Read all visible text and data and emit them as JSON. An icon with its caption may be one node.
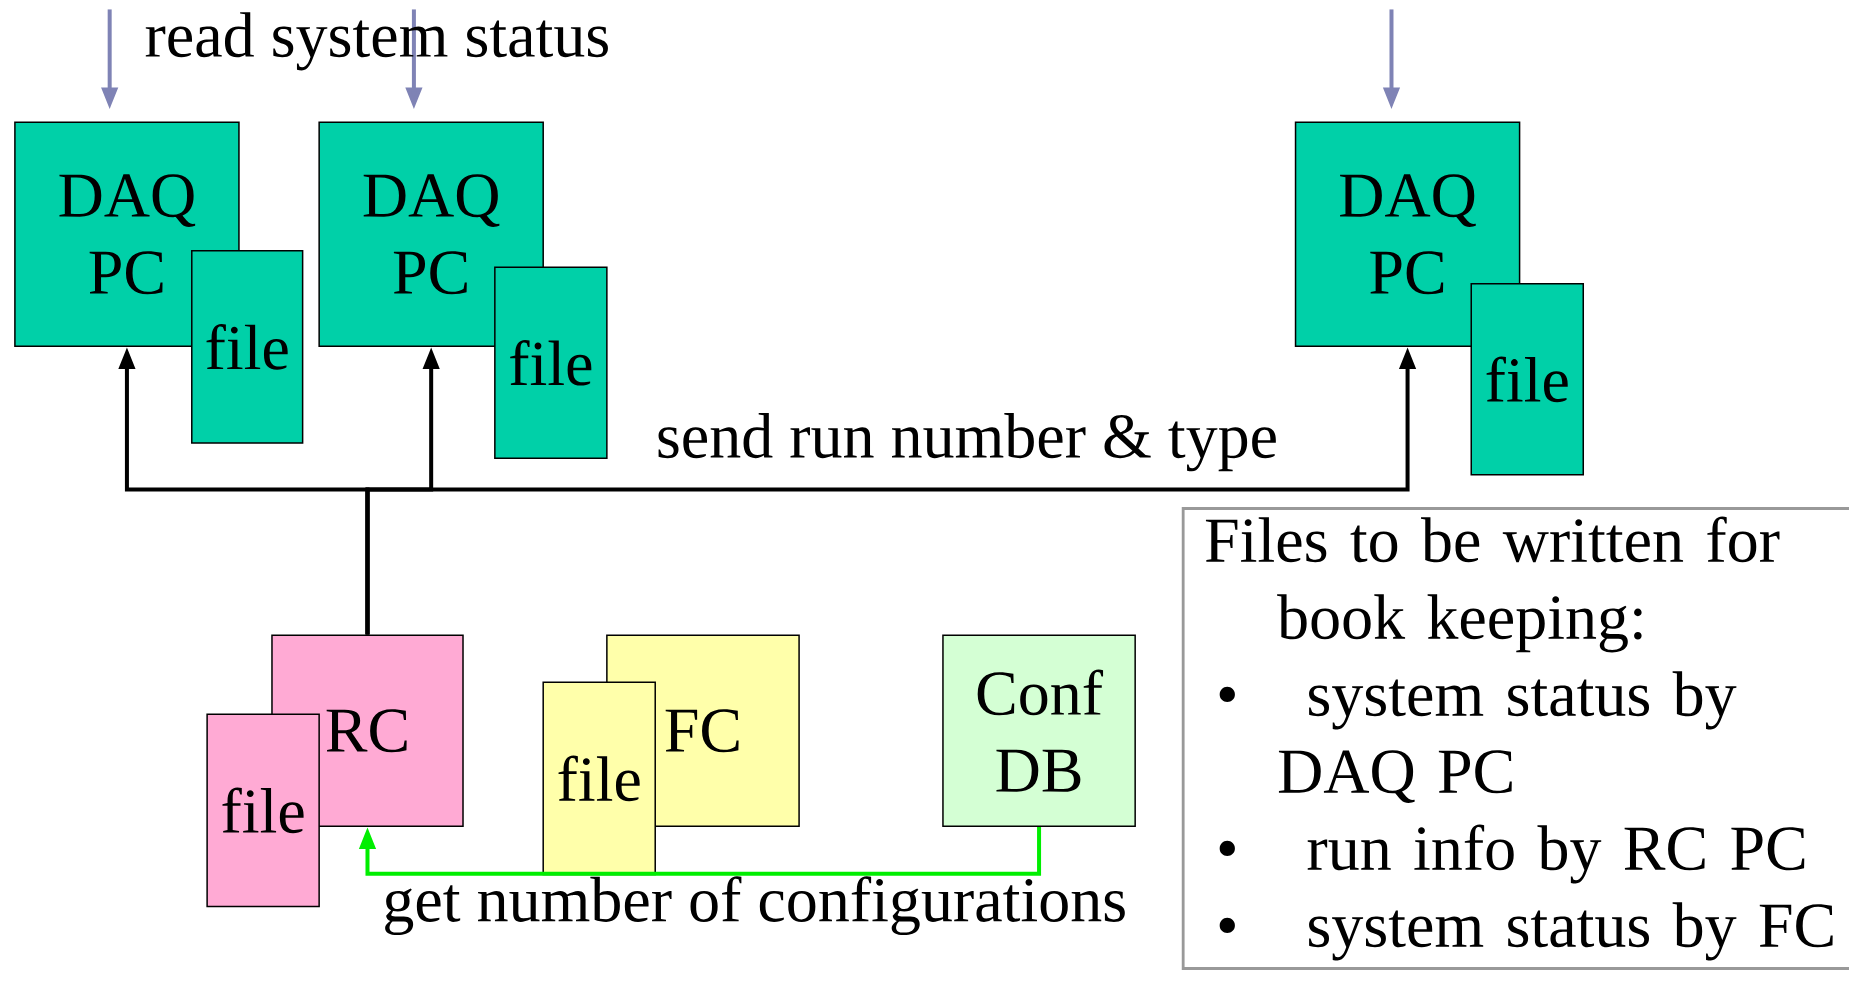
{
  "diagram": {
    "nodes": [
      {
        "text": [
          "DAQ PC"
        ]
      },
      {
        "text": [
          "file"
        ]
      },
      {
        "text": [
          "DAQ PC"
        ]
      },
      {
        "text": [
          "file"
        ]
      },
      {
        "text": [
          "DAQ PC"
        ]
      },
      {
        "text": [
          "file"
        ]
      },
      {
        "text": [
          "RC"
        ]
      },
      {
        "text": [
          "file"
        ]
      },
      {
        "text": [
          "file"
        ]
      },
      {
        "text": [
          "FC"
        ]
      },
      {
        "text": [
          "Conf DB"
        ]
      },
      {
        "text": [
          "Files to be written for book keeping:",
          "•",
          "system status by DAQ PC",
          "•",
          "run info by RC PC",
          "•",
          "system status by FC"
        ]
      }
    ],
    "edges": [
      {
        "from": null,
        "to": 0,
        "arrow": "to",
        "color": "#7f83b5",
        "label": "read system status"
      },
      {
        "from": null,
        "to": 2,
        "arrow": "to",
        "color": "#7f83b5"
      },
      {
        "from": null,
        "to": 4,
        "arrow": "to",
        "color": "#7f83b5"
      },
      {
        "from": 6,
        "to": 0,
        "arrow": "to",
        "color": "#000000"
      },
      {
        "from": 6,
        "to": 2,
        "arrow": "to",
        "color": "#000000"
      },
      {
        "from": 6,
        "to": 4,
        "arrow": "to",
        "color": "#000000",
        "label": "send run number & type"
      },
      {
        "from": 10,
        "to": 6,
        "arrow": "to",
        "color": "#00ee00",
        "label": "get number of configurations"
      }
    ]
  }
}
